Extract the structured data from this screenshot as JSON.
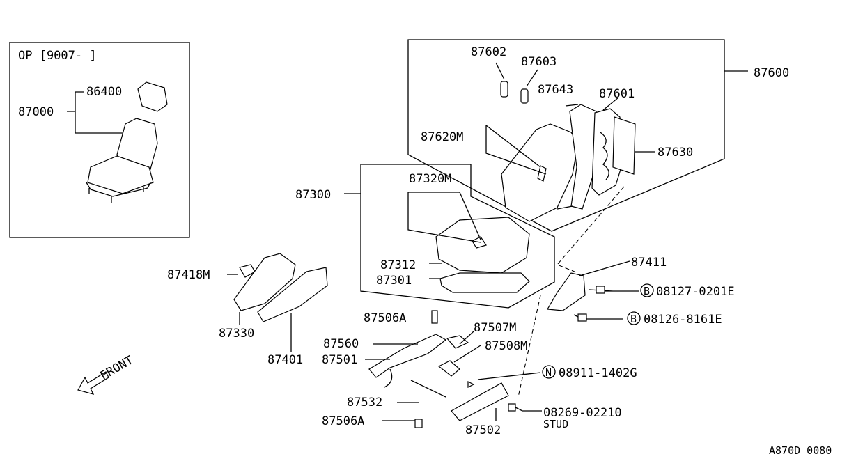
{
  "diagram_code": "A870D 0080",
  "inset": {
    "note": "OP [9007-   ]",
    "labels": [
      "86400",
      "87000"
    ]
  },
  "callouts": {
    "p87600": "87600",
    "p87602": "87602",
    "p87603": "87603",
    "p87643": "87643",
    "p87601": "87601",
    "p87620M": "87620M",
    "p87630": "87630",
    "p87300": "87300",
    "p87320M": "87320M",
    "p87312": "87312",
    "p87301": "87301",
    "p87411": "87411",
    "p87418M": "87418M",
    "p87330": "87330",
    "p87401": "87401",
    "p87506A_top": "87506A",
    "p87507M": "87507M",
    "p87560": "87560",
    "p87508M": "87508M",
    "p87501": "87501",
    "p87532": "87532",
    "p87506A_bottom": "87506A",
    "p87502": "87502",
    "stud": "STUD"
  },
  "fasteners": [
    {
      "mark": "B",
      "code": "08127-0201E"
    },
    {
      "mark": "B",
      "code": "08126-8161E"
    },
    {
      "mark": "N",
      "code": "08911-1402G"
    },
    {
      "mark": "",
      "code": "08269-02210"
    }
  ],
  "front_label": "FRONT"
}
